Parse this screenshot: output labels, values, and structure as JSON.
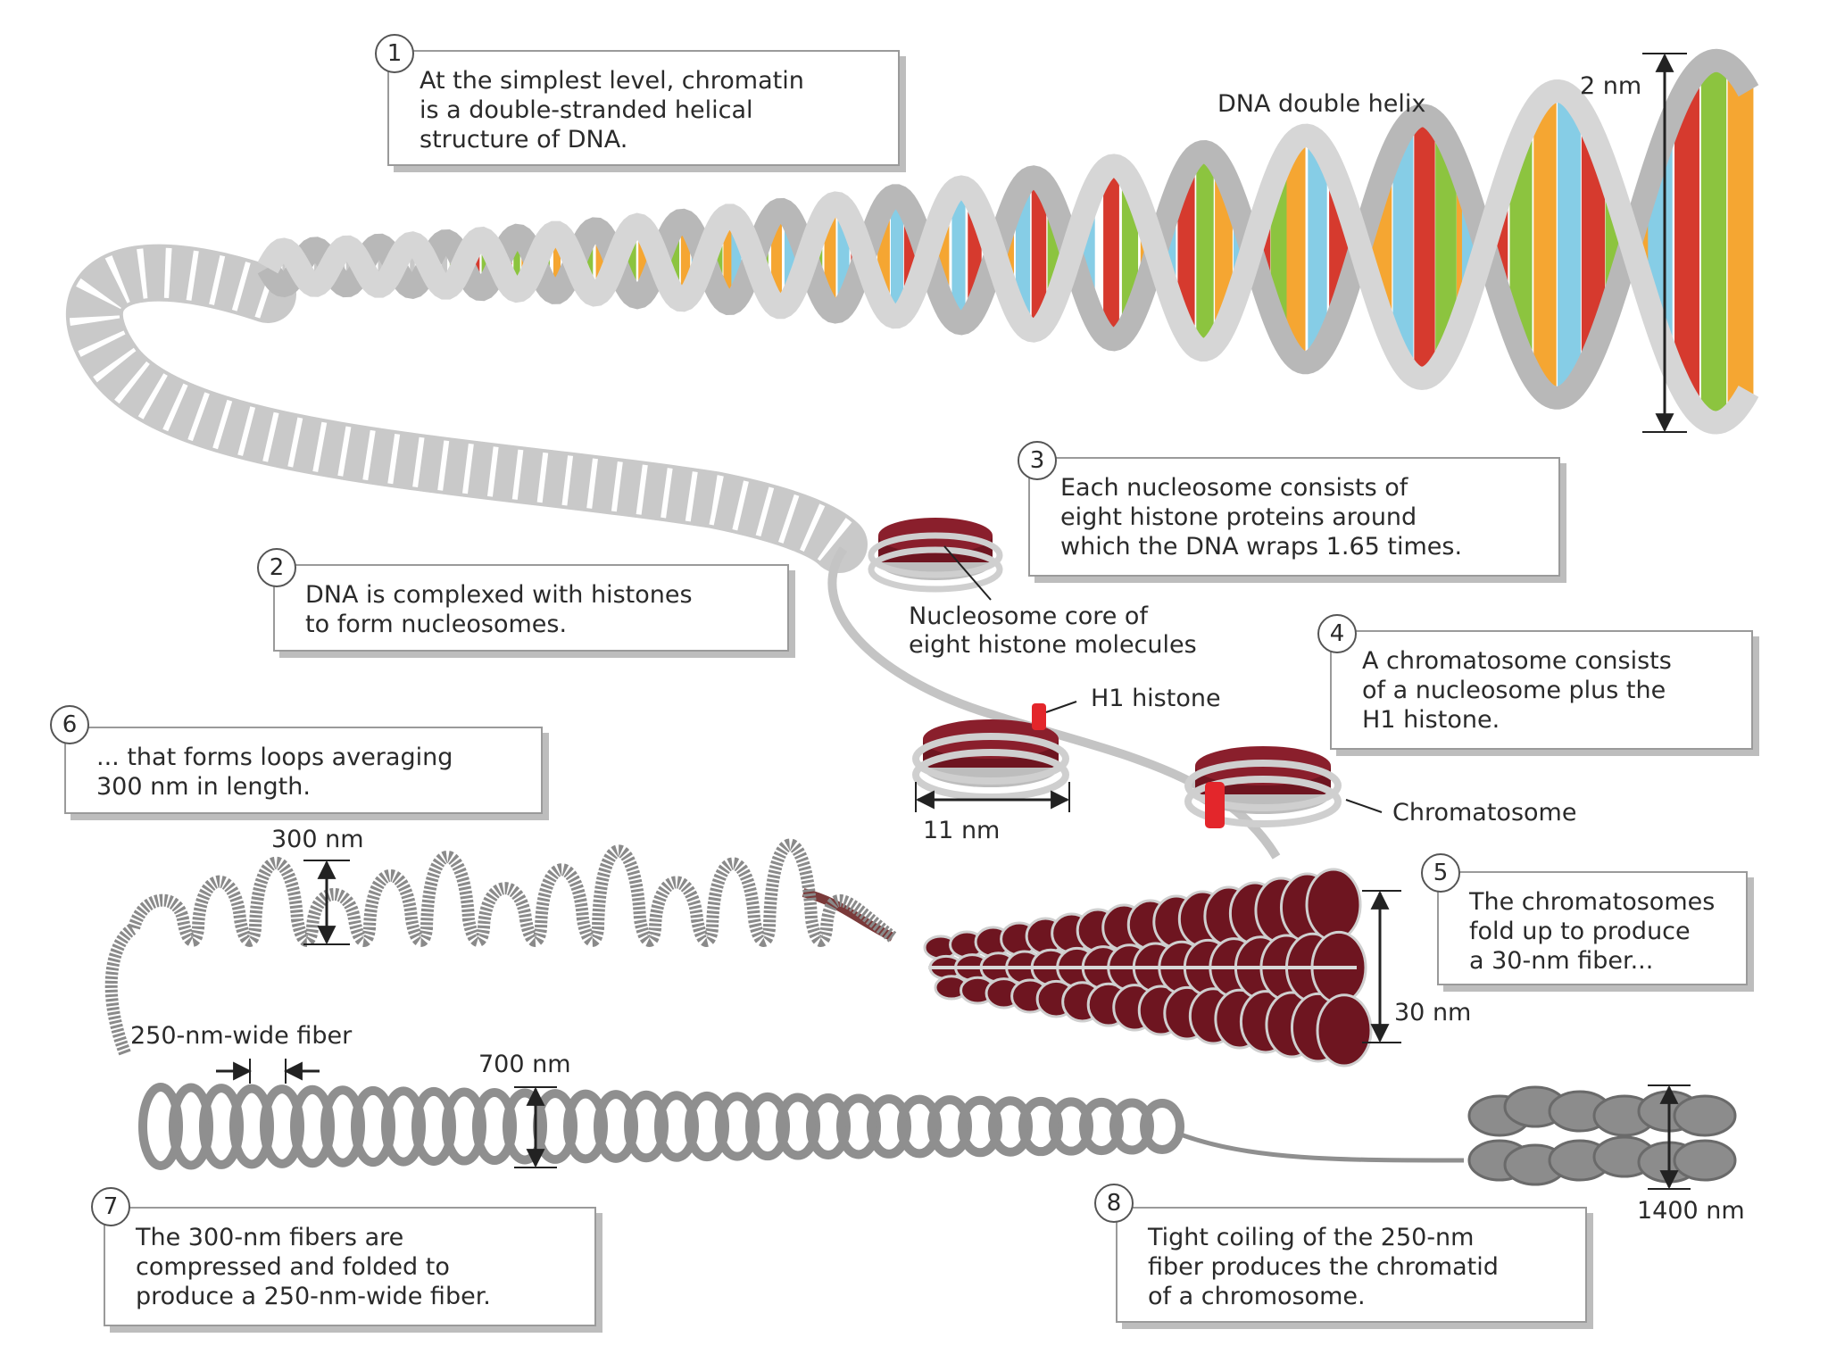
{
  "steps": [
    {
      "num": "1",
      "lines": [
        "At the simplest level, chromatin",
        "is a double-stranded helical",
        "structure of DNA."
      ]
    },
    {
      "num": "2",
      "lines": [
        "DNA is complexed with histones",
        "to form nucleosomes."
      ]
    },
    {
      "num": "3",
      "lines": [
        "Each nucleosome consists of",
        "eight histone proteins around",
        "which the DNA wraps 1.65 times."
      ]
    },
    {
      "num": "4",
      "lines": [
        "A chromatosome consists",
        "of a nucleosome plus the",
        "H1 histone."
      ]
    },
    {
      "num": "5",
      "lines": [
        "The chromatosomes",
        "fold up to produce",
        "a 30-nm fiber..."
      ]
    },
    {
      "num": "6",
      "lines": [
        "... that forms loops averaging",
        "300 nm in length."
      ]
    },
    {
      "num": "7",
      "lines": [
        "The 300-nm fibers are",
        "compressed and folded to",
        "produce a 250-nm-wide fiber."
      ]
    },
    {
      "num": "8",
      "lines": [
        "Tight coiling of the 250-nm",
        "fiber produces the chromatid",
        "of a chromosome."
      ]
    }
  ],
  "labels": {
    "helix": "DNA double helix",
    "two_nm": "2 nm",
    "core": [
      "Nucleosome core of",
      "eight histone molecules"
    ],
    "h1": "H1 histone",
    "eleven_nm": "11 nm",
    "chromatosome": "Chromatosome",
    "thirty_nm": "30 nm",
    "three_hundred_nm": "300 nm",
    "fiber_250": "250-nm-wide fiber",
    "seven_hundred_nm": "700 nm",
    "fourteen_hundred_nm": "1400 nm"
  },
  "colors": {
    "backbone": "#b8b8b8",
    "histone": "#6e1520",
    "histone_top": "#8a1f2c",
    "h1": "#e3262b",
    "base_red": "#d63a2e",
    "base_green": "#8cc43f",
    "base_orange": "#f5a632",
    "base_blue": "#86cde6",
    "fiber": "#8f8f8f"
  }
}
